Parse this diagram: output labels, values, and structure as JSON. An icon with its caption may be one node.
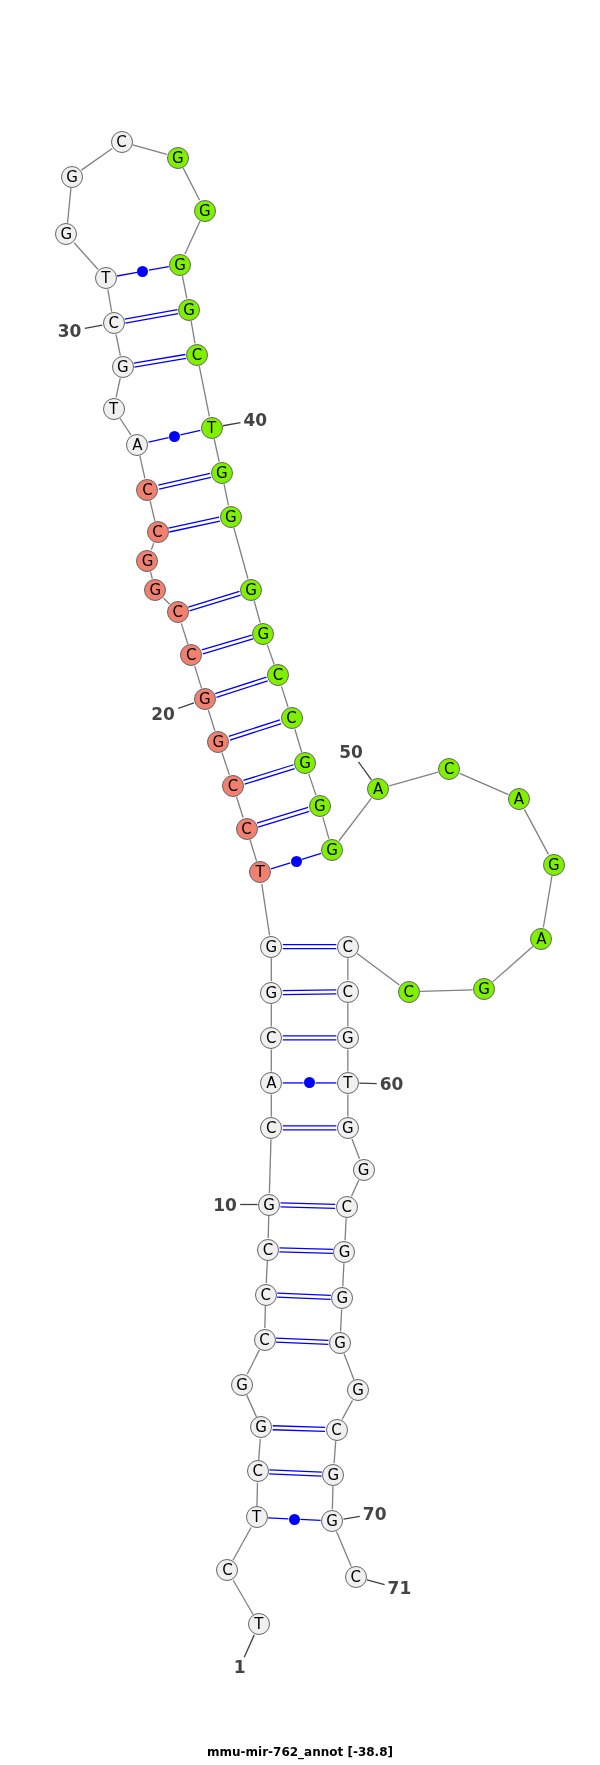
{
  "diagram": {
    "caption": "mmu-mir-762_annot [-38.8]",
    "nodes": [
      {
        "text": [
          "T"
        ]
      },
      {
        "text": [
          "C"
        ]
      },
      {
        "text": [
          "T"
        ]
      },
      {
        "text": [
          "C"
        ]
      },
      {
        "text": [
          "G"
        ]
      },
      {
        "text": [
          "G"
        ]
      },
      {
        "text": [
          "C"
        ]
      },
      {
        "text": [
          "C"
        ]
      },
      {
        "text": [
          "C"
        ]
      },
      {
        "text": [
          "G"
        ]
      },
      {
        "text": [
          "C"
        ]
      },
      {
        "text": [
          "A"
        ]
      },
      {
        "text": [
          "C"
        ]
      },
      {
        "text": [
          "G"
        ]
      },
      {
        "text": [
          "G"
        ]
      },
      {
        "text": [
          "T"
        ]
      },
      {
        "text": [
          "C"
        ]
      },
      {
        "text": [
          "C"
        ]
      },
      {
        "text": [
          "G"
        ]
      },
      {
        "text": [
          "G"
        ]
      },
      {
        "text": [
          "C"
        ]
      },
      {
        "text": [
          "C"
        ]
      },
      {
        "text": [
          "G"
        ]
      },
      {
        "text": [
          "G"
        ]
      },
      {
        "text": [
          "C"
        ]
      },
      {
        "text": [
          "C"
        ]
      },
      {
        "text": [
          "A"
        ]
      },
      {
        "text": [
          "T"
        ]
      },
      {
        "text": [
          "G"
        ]
      },
      {
        "text": [
          "C"
        ]
      },
      {
        "text": [
          "T"
        ]
      },
      {
        "text": [
          "G"
        ]
      },
      {
        "text": [
          "G"
        ]
      },
      {
        "text": [
          "C"
        ]
      },
      {
        "text": [
          "G"
        ]
      },
      {
        "text": [
          "G"
        ]
      },
      {
        "text": [
          "G"
        ]
      },
      {
        "text": [
          "G"
        ]
      },
      {
        "text": [
          "C"
        ]
      },
      {
        "text": [
          "T"
        ]
      },
      {
        "text": [
          "G"
        ]
      },
      {
        "text": [
          "G"
        ]
      },
      {
        "text": [
          "G"
        ]
      },
      {
        "text": [
          "G"
        ]
      },
      {
        "text": [
          "C"
        ]
      },
      {
        "text": [
          "C"
        ]
      },
      {
        "text": [
          "G"
        ]
      },
      {
        "text": [
          "G"
        ]
      },
      {
        "text": [
          "G"
        ]
      },
      {
        "text": [
          "A"
        ]
      },
      {
        "text": [
          "C"
        ]
      },
      {
        "text": [
          "A"
        ]
      },
      {
        "text": [
          "G"
        ]
      },
      {
        "text": [
          "A"
        ]
      },
      {
        "text": [
          "G"
        ]
      },
      {
        "text": [
          "C"
        ]
      },
      {
        "text": [
          "C"
        ]
      },
      {
        "text": [
          "C"
        ]
      },
      {
        "text": [
          "G"
        ]
      },
      {
        "text": [
          "T"
        ]
      },
      {
        "text": [
          "G"
        ]
      },
      {
        "text": [
          "G"
        ]
      },
      {
        "text": [
          "C"
        ]
      },
      {
        "text": [
          "G"
        ]
      },
      {
        "text": [
          "G"
        ]
      },
      {
        "text": [
          "G"
        ]
      },
      {
        "text": [
          "G"
        ]
      },
      {
        "text": [
          "C"
        ]
      },
      {
        "text": [
          "G"
        ]
      },
      {
        "text": [
          "G"
        ]
      },
      {
        "text": [
          "C"
        ]
      },
      {
        "text": [
          "30"
        ]
      },
      {
        "text": [
          "40"
        ]
      },
      {
        "text": [
          "50"
        ]
      },
      {
        "text": [
          "20"
        ]
      },
      {
        "text": [
          "60"
        ]
      },
      {
        "text": [
          "10"
        ]
      },
      {
        "text": [
          "70"
        ]
      },
      {
        "text": [
          "71"
        ]
      },
      {
        "text": [
          "1"
        ]
      },
      {
        "text": [],
        "shape": "circle"
      },
      {
        "text": [],
        "shape": "circle"
      },
      {
        "text": [],
        "shape": "circle"
      },
      {
        "text": [],
        "shape": "circle"
      },
      {
        "text": [],
        "shape": "circle"
      }
    ],
    "edges": [
      {
        "from": 0,
        "to": 1,
        "arrow": "none"
      },
      {
        "from": 1,
        "to": 2,
        "arrow": "none"
      },
      {
        "from": 2,
        "to": 3,
        "arrow": "none"
      },
      {
        "from": 3,
        "to": 4,
        "arrow": "none"
      },
      {
        "from": 4,
        "to": 5,
        "arrow": "none"
      },
      {
        "from": 5,
        "to": 6,
        "arrow": "none"
      },
      {
        "from": 6,
        "to": 7,
        "arrow": "none"
      },
      {
        "from": 7,
        "to": 8,
        "arrow": "none"
      },
      {
        "from": 8,
        "to": 9,
        "arrow": "none"
      },
      {
        "from": 9,
        "to": 10,
        "arrow": "none"
      },
      {
        "from": 10,
        "to": 11,
        "arrow": "none"
      },
      {
        "from": 11,
        "to": 12,
        "arrow": "none"
      },
      {
        "from": 12,
        "to": 13,
        "arrow": "none"
      },
      {
        "from": 13,
        "to": 14,
        "arrow": "none"
      },
      {
        "from": 14,
        "to": 15,
        "arrow": "none"
      },
      {
        "from": 15,
        "to": 16,
        "arrow": "none"
      },
      {
        "from": 16,
        "to": 17,
        "arrow": "none"
      },
      {
        "from": 17,
        "to": 18,
        "arrow": "none"
      },
      {
        "from": 18,
        "to": 19,
        "arrow": "none"
      },
      {
        "from": 19,
        "to": 20,
        "arrow": "none"
      },
      {
        "from": 20,
        "to": 21,
        "arrow": "none"
      },
      {
        "from": 21,
        "to": 22,
        "arrow": "none"
      },
      {
        "from": 22,
        "to": 23,
        "arrow": "none"
      },
      {
        "from": 23,
        "to": 24,
        "arrow": "none"
      },
      {
        "from": 24,
        "to": 25,
        "arrow": "none"
      },
      {
        "from": 25,
        "to": 26,
        "arrow": "none"
      },
      {
        "from": 26,
        "to": 27,
        "arrow": "none"
      },
      {
        "from": 27,
        "to": 28,
        "arrow": "none"
      },
      {
        "from": 28,
        "to": 29,
        "arrow": "none"
      },
      {
        "from": 29,
        "to": 30,
        "arrow": "none"
      },
      {
        "from": 30,
        "to": 31,
        "arrow": "none"
      },
      {
        "from": 31,
        "to": 32,
        "arrow": "none"
      },
      {
        "from": 32,
        "to": 33,
        "arrow": "none"
      },
      {
        "from": 33,
        "to": 34,
        "arrow": "none"
      },
      {
        "from": 34,
        "to": 35,
        "arrow": "none"
      },
      {
        "from": 35,
        "to": 36,
        "arrow": "none"
      },
      {
        "from": 36,
        "to": 37,
        "arrow": "none"
      },
      {
        "from": 37,
        "to": 38,
        "arrow": "none"
      },
      {
        "from": 38,
        "to": 39,
        "arrow": "none"
      },
      {
        "from": 39,
        "to": 40,
        "arrow": "none"
      },
      {
        "from": 40,
        "to": 41,
        "arrow": "none"
      },
      {
        "from": 41,
        "to": 42,
        "arrow": "none"
      },
      {
        "from": 42,
        "to": 43,
        "arrow": "none"
      },
      {
        "from": 43,
        "to": 44,
        "arrow": "none"
      },
      {
        "from": 44,
        "to": 45,
        "arrow": "none"
      },
      {
        "from": 45,
        "to": 46,
        "arrow": "none"
      },
      {
        "from": 46,
        "to": 47,
        "arrow": "none"
      },
      {
        "from": 47,
        "to": 48,
        "arrow": "none"
      },
      {
        "from": 48,
        "to": 49,
        "arrow": "none"
      },
      {
        "from": 49,
        "to": 50,
        "arrow": "none"
      },
      {
        "from": 50,
        "to": 51,
        "arrow": "none"
      },
      {
        "from": 51,
        "to": 52,
        "arrow": "none"
      },
      {
        "from": 52,
        "to": 53,
        "arrow": "none"
      },
      {
        "from": 53,
        "to": 54,
        "arrow": "none"
      },
      {
        "from": 54,
        "to": 55,
        "arrow": "none"
      },
      {
        "from": 55,
        "to": 56,
        "arrow": "none"
      },
      {
        "from": 56,
        "to": 57,
        "arrow": "none"
      },
      {
        "from": 57,
        "to": 58,
        "arrow": "none"
      },
      {
        "from": 58,
        "to": 59,
        "arrow": "none"
      },
      {
        "from": 59,
        "to": 60,
        "arrow": "none"
      },
      {
        "from": 60,
        "to": 61,
        "arrow": "none"
      },
      {
        "from": 61,
        "to": 62,
        "arrow": "none"
      },
      {
        "from": 62,
        "to": 63,
        "arrow": "none"
      },
      {
        "from": 63,
        "to": 64,
        "arrow": "none"
      },
      {
        "from": 64,
        "to": 65,
        "arrow": "none"
      },
      {
        "from": 65,
        "to": 66,
        "arrow": "none"
      },
      {
        "from": 66,
        "to": 67,
        "arrow": "none"
      },
      {
        "from": 67,
        "to": 68,
        "arrow": "none"
      },
      {
        "from": 68,
        "to": 69,
        "arrow": "none"
      },
      {
        "from": 69,
        "to": 70,
        "arrow": "none"
      },
      {
        "from": 2,
        "to": 80,
        "arrow": "none",
        "color": "#0000ff"
      },
      {
        "from": 80,
        "to": 69,
        "arrow": "none",
        "color": "#0000ff"
      },
      {
        "from": 3,
        "to": 68,
        "arrow": "none",
        "color": "#0000ff"
      },
      {
        "from": 4,
        "to": 67,
        "arrow": "none",
        "color": "#0000ff"
      },
      {
        "from": 6,
        "to": 65,
        "arrow": "none",
        "color": "#0000ff"
      },
      {
        "from": 7,
        "to": 64,
        "arrow": "none",
        "color": "#0000ff"
      },
      {
        "from": 8,
        "to": 63,
        "arrow": "none",
        "color": "#0000ff"
      },
      {
        "from": 9,
        "to": 62,
        "arrow": "none",
        "color": "#0000ff"
      },
      {
        "from": 10,
        "to": 60,
        "arrow": "none",
        "color": "#0000ff"
      },
      {
        "from": 11,
        "to": 81,
        "arrow": "none",
        "color": "#0000ff"
      },
      {
        "from": 81,
        "to": 59,
        "arrow": "none",
        "color": "#0000ff"
      },
      {
        "from": 12,
        "to": 58,
        "arrow": "none",
        "color": "#0000ff"
      },
      {
        "from": 13,
        "to": 57,
        "arrow": "none",
        "color": "#0000ff"
      },
      {
        "from": 14,
        "to": 56,
        "arrow": "none",
        "color": "#0000ff"
      },
      {
        "from": 15,
        "to": 82,
        "arrow": "none",
        "color": "#0000ff"
      },
      {
        "from": 82,
        "to": 48,
        "arrow": "none",
        "color": "#0000ff"
      },
      {
        "from": 16,
        "to": 47,
        "arrow": "none",
        "color": "#0000ff"
      },
      {
        "from": 17,
        "to": 46,
        "arrow": "none",
        "color": "#0000ff"
      },
      {
        "from": 18,
        "to": 45,
        "arrow": "none",
        "color": "#0000ff"
      },
      {
        "from": 19,
        "to": 44,
        "arrow": "none",
        "color": "#0000ff"
      },
      {
        "from": 20,
        "to": 43,
        "arrow": "none",
        "color": "#0000ff"
      },
      {
        "from": 21,
        "to": 42,
        "arrow": "none",
        "color": "#0000ff"
      },
      {
        "from": 24,
        "to": 41,
        "arrow": "none",
        "color": "#0000ff"
      },
      {
        "from": 25,
        "to": 40,
        "arrow": "none",
        "color": "#0000ff"
      },
      {
        "from": 26,
        "to": 83,
        "arrow": "none",
        "color": "#0000ff"
      },
      {
        "from": 83,
        "to": 39,
        "arrow": "none",
        "color": "#0000ff"
      },
      {
        "from": 28,
        "to": 38,
        "arrow": "none",
        "color": "#0000ff"
      },
      {
        "from": 29,
        "to": 37,
        "arrow": "none",
        "color": "#0000ff"
      },
      {
        "from": 30,
        "to": 84,
        "arrow": "none",
        "color": "#0000ff"
      },
      {
        "from": 84,
        "to": 36,
        "arrow": "none",
        "color": "#0000ff"
      },
      {
        "from": 71,
        "to": 29,
        "arrow": "none",
        "color": "#404040"
      },
      {
        "from": 72,
        "to": 39,
        "arrow": "none",
        "color": "#404040"
      },
      {
        "from": 73,
        "to": 49,
        "arrow": "none",
        "color": "#404040"
      },
      {
        "from": 74,
        "to": 19,
        "arrow": "none",
        "color": "#404040"
      },
      {
        "from": 75,
        "to": 59,
        "arrow": "none",
        "color": "#404040"
      },
      {
        "from": 76,
        "to": 9,
        "arrow": "none",
        "color": "#404040"
      },
      {
        "from": 77,
        "to": 69,
        "arrow": "none",
        "color": "#404040"
      },
      {
        "from": 78,
        "to": 70,
        "arrow": "none",
        "color": "#404040"
      },
      {
        "from": 79,
        "to": 0,
        "arrow": "none",
        "color": "#404040"
      }
    ]
  }
}
